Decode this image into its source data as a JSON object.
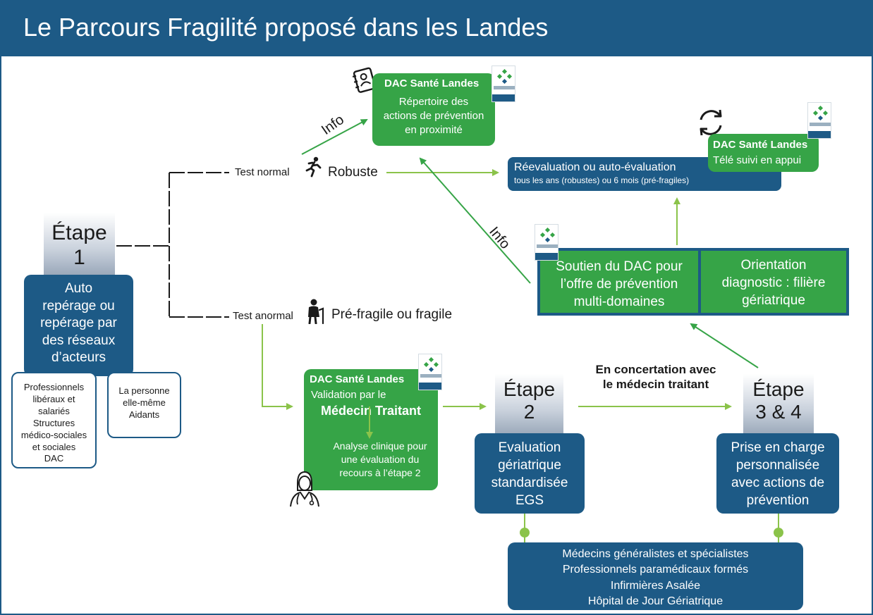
{
  "title": "Le Parcours Fragilité proposé dans les Landes",
  "colors": {
    "navy": "#1d5a86",
    "green": "#36a447",
    "arrow_green": "#8bc34a"
  },
  "etape1": {
    "line1": "Étape",
    "line2": "1",
    "desc": [
      "Auto",
      "repérage ou",
      "repérage par",
      "des réseaux",
      "d’acteurs"
    ]
  },
  "actors_pros": [
    "Professionnels",
    "libéraux et",
    "salariés",
    "Structures",
    "médico-sociales",
    "et sociales",
    "DAC"
  ],
  "actors_self": [
    "La personne",
    "elle-même",
    "Aidants"
  ],
  "test_normal": {
    "label": "Test normal",
    "status": "Robuste",
    "icon": "running-person-icon"
  },
  "test_abnormal": {
    "label": "Test anormal",
    "status": "Pré-fragile ou fragile",
    "icon": "elderly-person-icon"
  },
  "info_label": "Info",
  "dac_repertoire": {
    "title": "DAC Santé Landes",
    "body": [
      "Répertoire des",
      "actions de prévention",
      "en proximité"
    ],
    "icon": "address-book-icon"
  },
  "reevaluation": {
    "title": "Réevaluation ou auto-évaluation",
    "sub": "tous les ans (robustes) ou 6 mois (pré-fragiles)"
  },
  "dac_telesuivi": {
    "title": "DAC Santé Landes",
    "body": "Télé suivi en appui",
    "icon": "refresh-cycle-icon"
  },
  "soutien": [
    "Soutien du DAC pour",
    "l’offre de prévention",
    "multi-domaines"
  ],
  "orientation": [
    "Orientation",
    "diagnostic : filière",
    "gériatrique"
  ],
  "dac_validation": {
    "title": "DAC Santé Landes",
    "line": "Validation par le",
    "emph": "Médecin Traitant",
    "body": [
      "Analyse clinique pour",
      "une évaluation du",
      "recours à l’étape 2"
    ],
    "icon": "doctor-icon"
  },
  "etape2": {
    "line1": "Étape",
    "line2": "2",
    "desc": [
      "Evaluation",
      "gériatrique",
      "standardisée",
      "EGS"
    ]
  },
  "concertation": [
    "En concertation avec",
    "le médecin traitant"
  ],
  "etape34": {
    "line1": "Étape",
    "line2": "3 & 4",
    "desc": [
      "Prise en charge",
      "personnalisée",
      "avec actions de",
      "prévention"
    ]
  },
  "providers": [
    "Médecins généralistes et spécialistes",
    "Professionnels paramédicaux formés",
    "Infirmières Asalée",
    "Hôpital de Jour Gériatrique"
  ],
  "logo_icon": "dac-label-logo-icon"
}
